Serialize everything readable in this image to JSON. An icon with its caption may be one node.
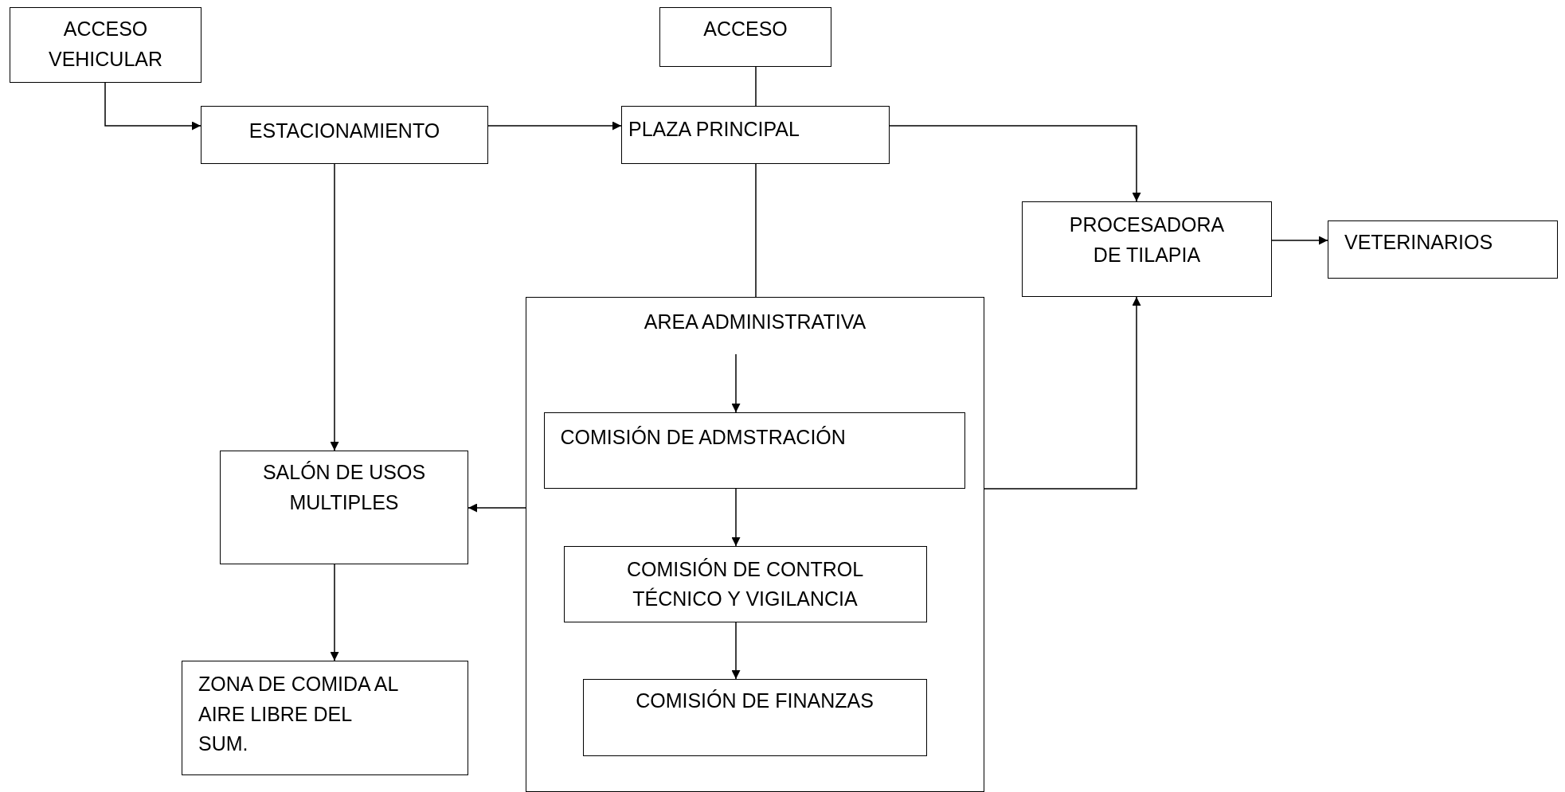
{
  "diagram": {
    "nodes": [
      {
        "text": [
          "ACCESO VEHICULAR"
        ]
      },
      {
        "text": [
          "ACCESO"
        ]
      },
      {
        "text": [
          "ESTACIONAMIENTO"
        ]
      },
      {
        "text": [
          "PLAZA PRINCIPAL"
        ]
      },
      {
        "text": [
          "PROCESADORA DE TILAPIA"
        ]
      },
      {
        "text": [
          "VETERINARIOS"
        ]
      },
      {
        "text": [
          "AREA ADMINISTRATIVA"
        ]
      },
      {
        "text": [
          "COMISIÓN DE ADMSTRACIÓN"
        ],
        "in": 6
      },
      {
        "text": [
          "COMISIÓN DE CONTROL TÉCNICO Y VIGILANCIA"
        ],
        "in": 6
      },
      {
        "text": [
          "COMISIÓN DE FINANZAS"
        ],
        "in": 6
      },
      {
        "text": [
          "SALÓN DE USOS MULTIPLES"
        ]
      },
      {
        "text": [
          "ZONA DE COMIDA AL AIRE LIBRE DEL SUM."
        ]
      }
    ],
    "edges": [
      {
        "from": 0,
        "to": 2,
        "arrow": "to"
      },
      {
        "from": 2,
        "to": 3,
        "arrow": "to"
      },
      {
        "from": 1,
        "to": 3,
        "arrow": "none"
      },
      {
        "from": 3,
        "to": 4,
        "arrow": "to"
      },
      {
        "from": 4,
        "to": 5,
        "arrow": "to"
      },
      {
        "from": 3,
        "to": 6,
        "arrow": "none"
      },
      {
        "from": 2,
        "to": 10,
        "arrow": "to"
      },
      {
        "from": 6,
        "to": 10,
        "arrow": "to"
      },
      {
        "from": 6,
        "to": 4,
        "arrow": "to"
      },
      {
        "from": 6,
        "to": 7,
        "arrow": "to"
      },
      {
        "from": 7,
        "to": 8,
        "arrow": "to"
      },
      {
        "from": 8,
        "to": 9,
        "arrow": "to"
      },
      {
        "from": 10,
        "to": 11,
        "arrow": "to"
      }
    ]
  }
}
